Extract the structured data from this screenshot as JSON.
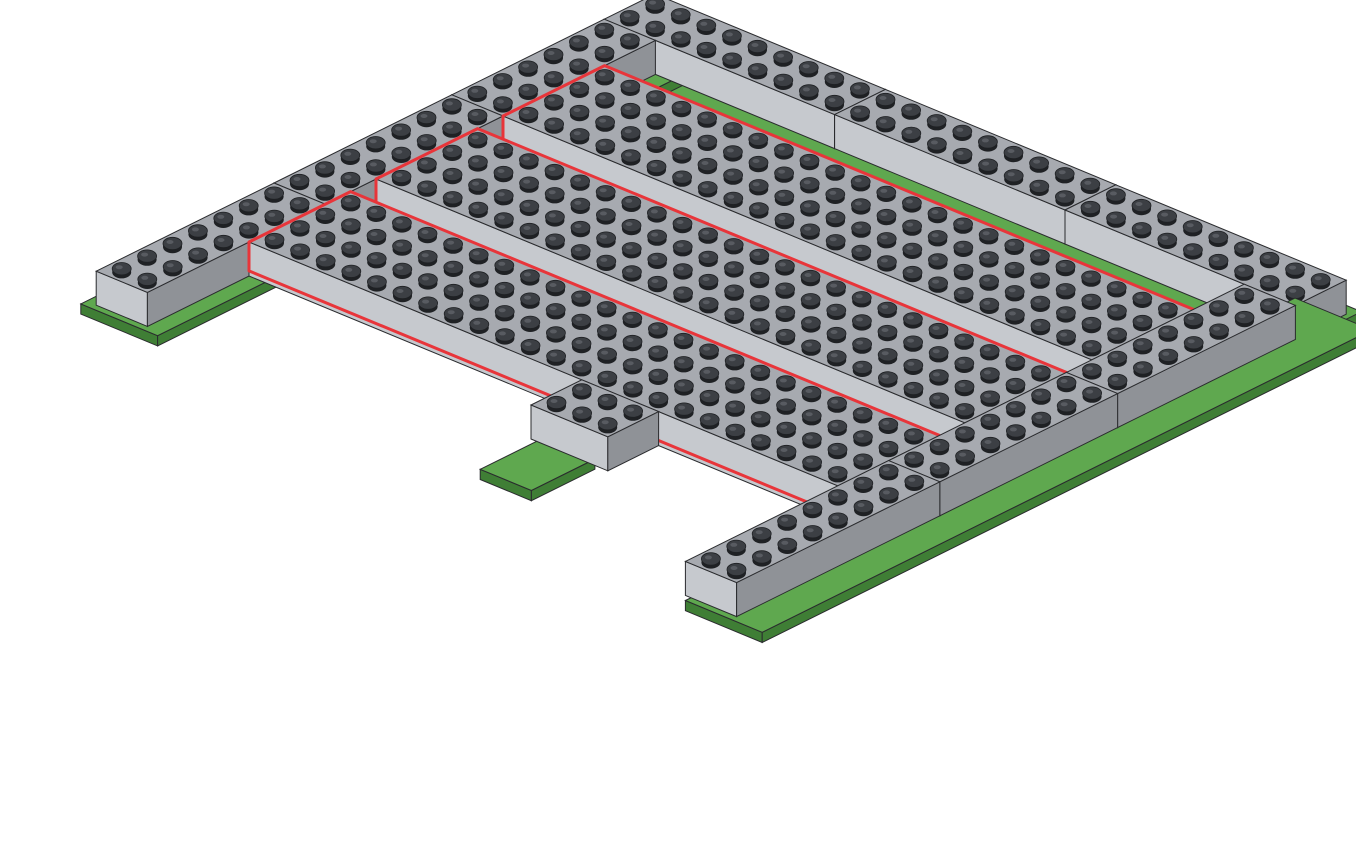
{
  "diagram": {
    "type": "brick-assembly-instruction-step",
    "view": "isometric",
    "colors": {
      "background": "#ffffff",
      "brick_top": "#a7aab0",
      "brick_left": "#c6c9ce",
      "brick_right": "#8f9297",
      "stud": "#3c3f44",
      "stud_rim": "#1f2124",
      "plate_top": "#5fa84f",
      "plate_side": "#3f7e35",
      "highlight": "#e8353a",
      "edge": "#2a2b2e"
    },
    "parts": {
      "frame_bricks": 13,
      "highlighted_beams": 3,
      "cross_bricks": 4,
      "green_plates": 4
    }
  }
}
